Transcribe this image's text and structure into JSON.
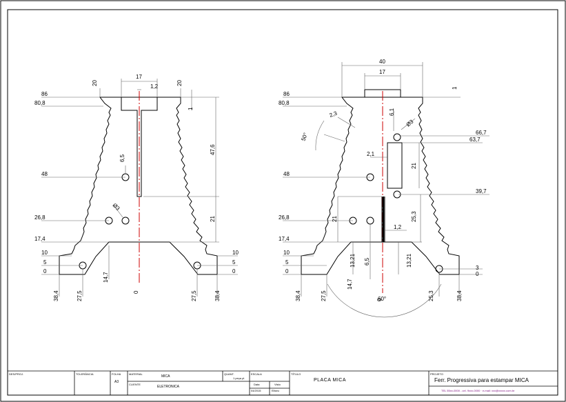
{
  "left_view": {
    "dims": {
      "top_width": "17",
      "slot_width": "1,2",
      "left_margin": "20",
      "right_margin": "20",
      "y86": "86",
      "y80_8": "80,8",
      "y48": "48",
      "y26_8": "26,8",
      "y17_4": "17,4",
      "y10_left": "10",
      "y5_left": "5",
      "y0_left": "0",
      "y10_right": "10",
      "y5_right": "5",
      "y0_right": "0",
      "one": "1",
      "v47_6": "47,6",
      "v21": "21",
      "v6_5": "6,5",
      "hole_dia": "Ø3",
      "x38_4_l": "38,4",
      "x27_5_l": "27,5",
      "x14_7": "14,7",
      "x0": "0",
      "x27_5_r": "27,5",
      "x38_4_r": "38,4"
    }
  },
  "right_view": {
    "dims": {
      "width40": "40",
      "width17": "17",
      "one": "1",
      "y86": "86",
      "y80_8": "80,8",
      "angle50": "50°",
      "d2_3": "2,3",
      "d6_1": "6,1",
      "hole_dia": "Ø3",
      "x66_7": "66,7",
      "x63_7": "63,7",
      "d2_1": "2,1",
      "v21a": "21",
      "y48": "48",
      "x39_7": "39,7",
      "v25_3": "25,3",
      "y26_8": "26,8",
      "v21b": "21",
      "d1_2": "1,2",
      "y17_4": "17,4",
      "v13_21a": "13,21",
      "v13_21b": "13,21",
      "y10": "10",
      "y5": "5",
      "y0": "0",
      "x3": "3",
      "x0r": "0",
      "x14_7": "14,7",
      "x6_5": "6,5",
      "x38_4_l": "38,4",
      "x27_5_l": "27,5",
      "x0": "0",
      "angle60": "60°",
      "x25_3": "25,3",
      "x38_4_r": "38,4"
    }
  },
  "title_block": {
    "des_proj_label": "DES/PROJ.",
    "tolerancia_label": "TOLERÂNCIA",
    "folha_label": "FOLHA",
    "folha_value": "A3",
    "material_label": "MATERIAL",
    "material_value": "MICA",
    "cliente_label": "CLIENTE",
    "cliente_value": "ELETRONICA",
    "quant_label": "QUANT.",
    "quant_value": "1 peça pl.",
    "escala_label": "ESCALA",
    "data_label": "Data",
    "data_value": "04/2015",
    "visto_label": "Visto",
    "visto_value": "Eliseu",
    "titulo_label": "TÍTULO",
    "titulo_value": "PLACA MICA",
    "projeto_label": "PROJETO",
    "projeto_value": "Ferr. Progressiva para estampar MICA",
    "contact_line": "TEL 55xx-0000 - cel. 9xxx-0000 · e-mail: xxx@xxxxx.com.br"
  },
  "colors": {
    "line": "#000000",
    "center_line": "#cc0000",
    "dimension": "#555555",
    "brand": "#7a0a7a"
  }
}
